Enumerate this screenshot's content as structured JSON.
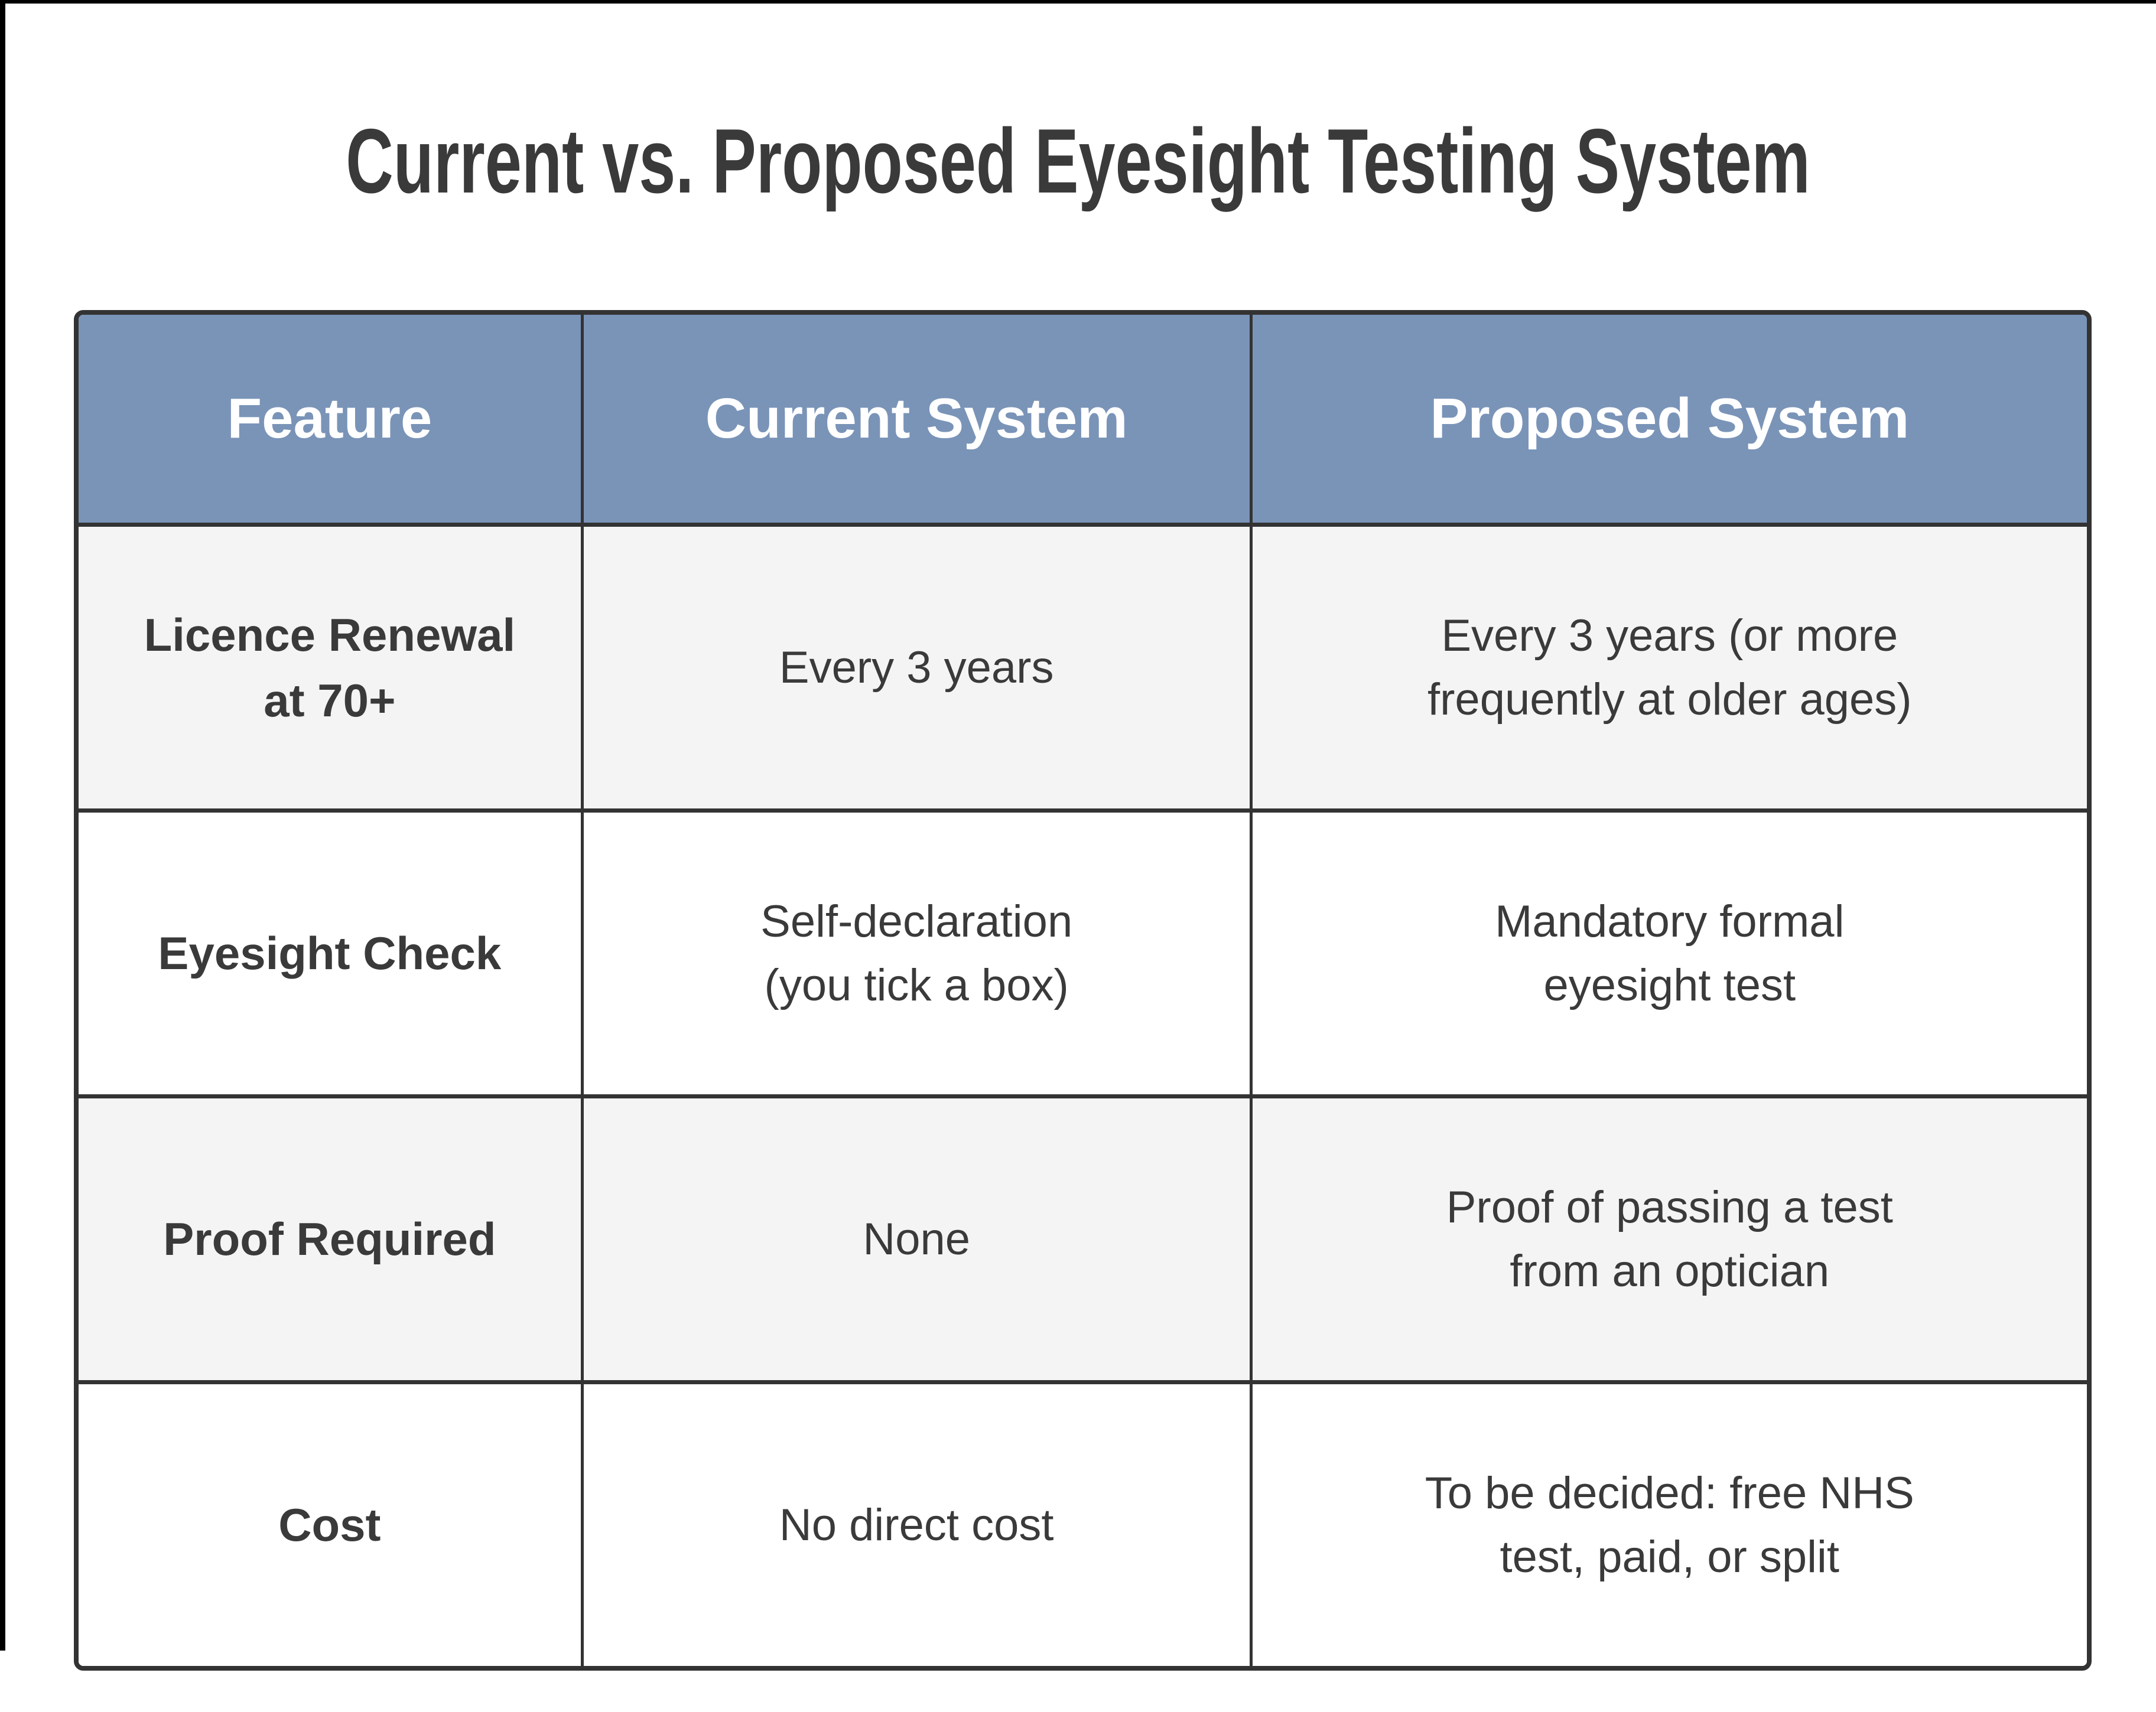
{
  "title": "Current vs. Proposed Eyesight Testing System",
  "chart_data": {
    "type": "table",
    "title": "Current vs. Proposed Eyesight Testing System",
    "columns": [
      "Feature",
      "Current System",
      "Proposed System"
    ],
    "rows": [
      [
        "Licence Renewal\nat 70+",
        "Every 3 years",
        "Every 3 years (or more\nfrequently at older ages)"
      ],
      [
        "Eyesight Check",
        "Self-declaration\n(you tick a box)",
        "Mandatory formal\neyesight test"
      ],
      [
        "Proof Required",
        "None",
        "Proof of passing a test\nfrom an optician"
      ],
      [
        "Cost",
        "No direct cost",
        "To be decided: free NHS\ntest, paid, or split"
      ]
    ]
  },
  "colors": {
    "header_background": "#7a94b8",
    "header_text": "#ffffff",
    "alt_row_background": "#f4f4f4",
    "row_background": "#ffffff",
    "border": "#333333",
    "body_text": "#3a3a3a"
  }
}
